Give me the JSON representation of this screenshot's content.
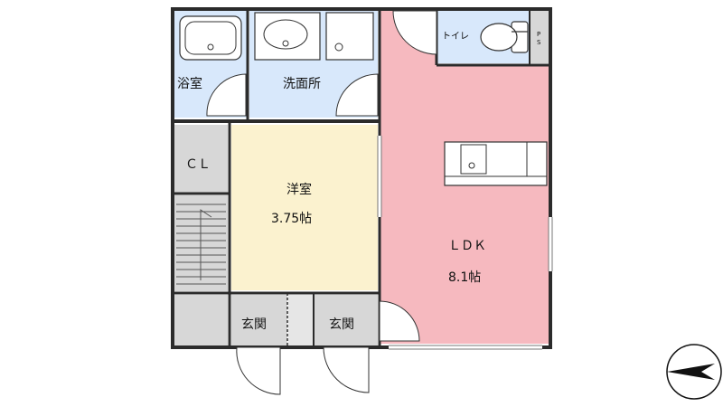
{
  "rooms": {
    "bath": "浴室",
    "washroom": "洗面所",
    "toilet": "トイレ",
    "ps": "PS",
    "closet": "ＣＬ",
    "western_room_name": "洋室",
    "western_room_size": "3.75帖",
    "ldk_name": "ＬＤＫ",
    "ldk_size": "8.1帖",
    "entrance_left": "玄関",
    "entrance_right": "玄関"
  },
  "colors": {
    "wet_area": "#d8e8fb",
    "western_room": "#fbf2cf",
    "ldk": "#f6b9bf",
    "storage": "#d7d7d7",
    "wall": "#2b2b2b"
  }
}
